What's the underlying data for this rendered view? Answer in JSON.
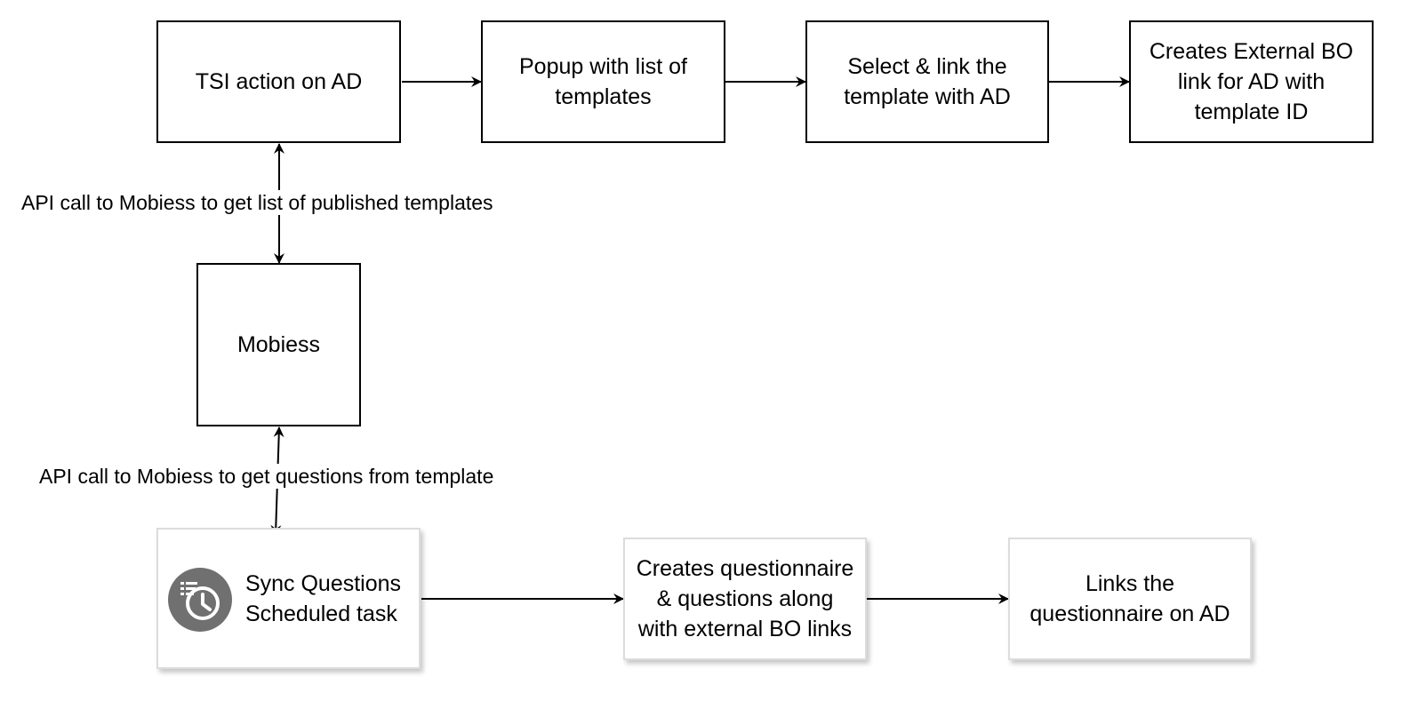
{
  "diagram": {
    "nodes": {
      "tsi_action": "TSI action on AD",
      "popup": "Popup with list of\ntemplates",
      "select_link": "Select & link the\ntemplate with AD",
      "creates_external": "Creates External BO\nlink for AD with\ntemplate ID",
      "mobiess": "Mobiess",
      "sync_task": "Sync Questions\nScheduled task",
      "creates_questionnaire": "Creates questionnaire\n& questions along\nwith external BO links",
      "links_questionnaire": "Links the\nquestionnaire on AD"
    },
    "edge_labels": {
      "api_templates": "API call to Mobiess to get list of published templates",
      "api_questions": "API call to Mobiess to get questions from template"
    },
    "icons": {
      "sync_task_icon": "scheduled-task-clock-icon"
    },
    "colors": {
      "stroke": "#000000",
      "card_border": "#dcdcdc",
      "icon_fill": "#707070"
    }
  }
}
